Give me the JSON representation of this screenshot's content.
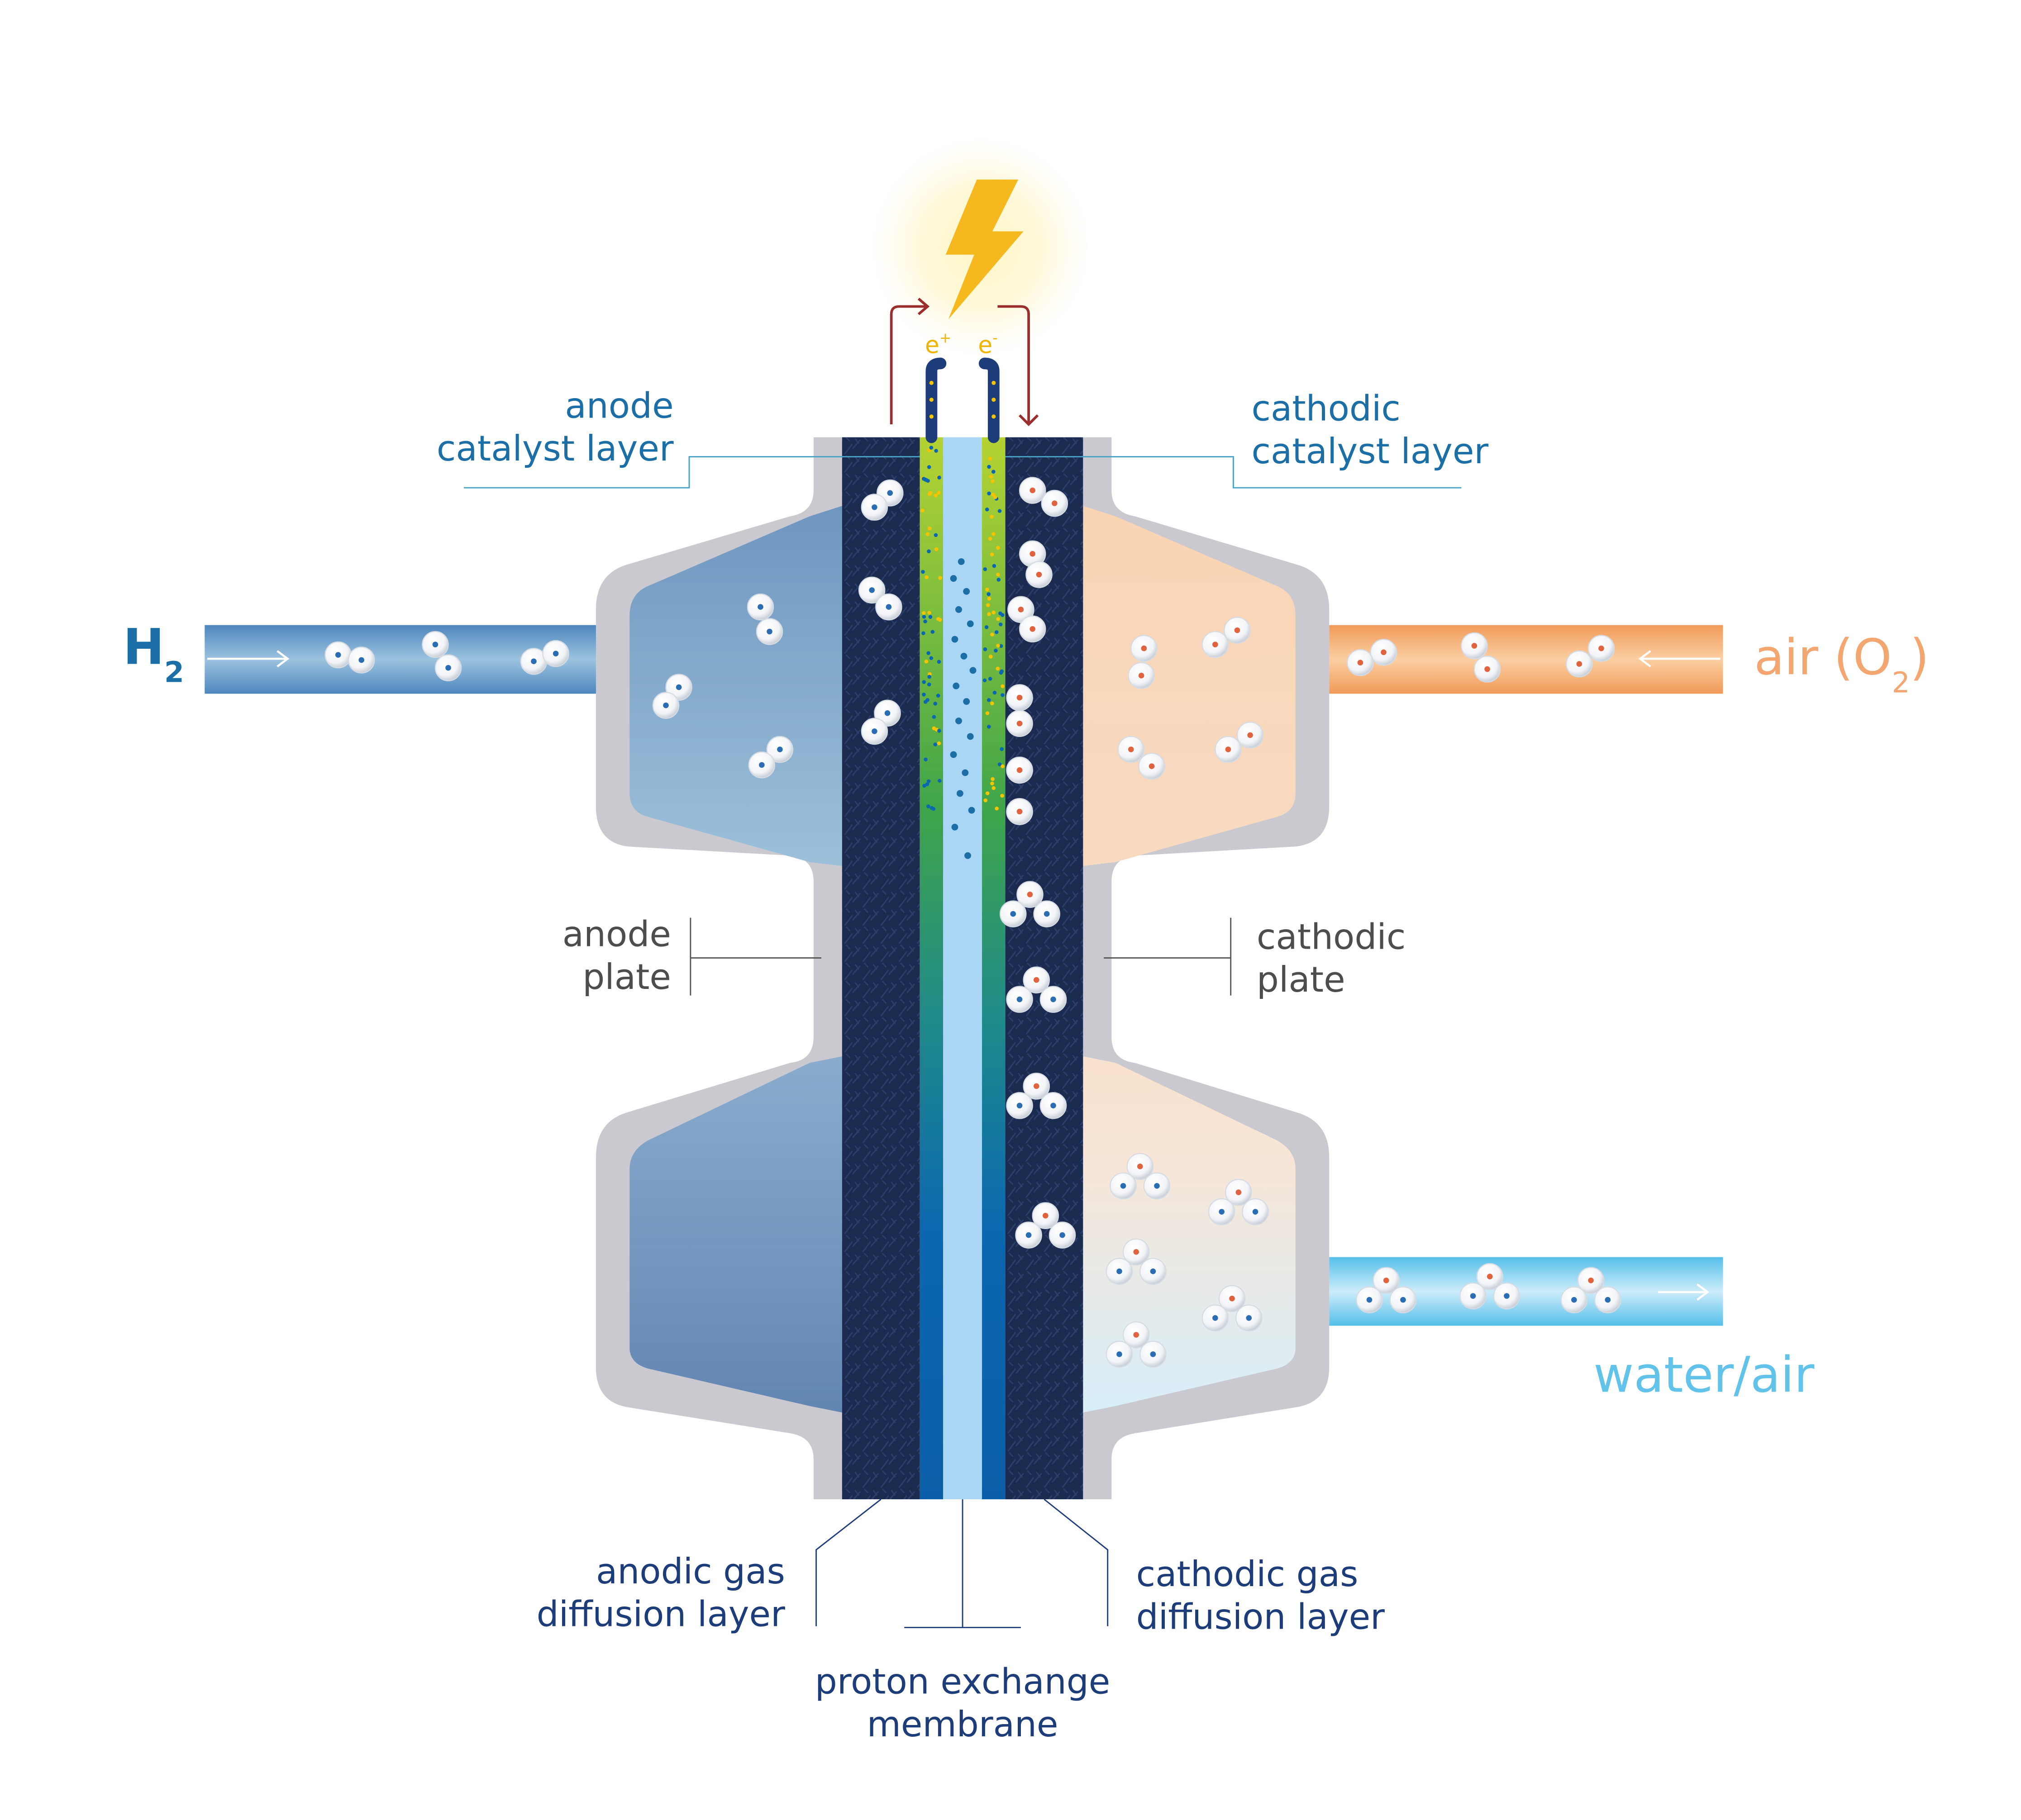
{
  "labels": {
    "anode_catalyst_layer": [
      "anode",
      "catalyst layer"
    ],
    "cathodic_catalyst_layer": [
      "cathodic",
      "catalyst layer"
    ],
    "anode_plate": [
      "anode",
      "plate"
    ],
    "cathodic_plate": [
      "cathodic",
      "plate"
    ],
    "anodic_gas_diffusion_layer": [
      "anodic gas",
      "diffusion layer"
    ],
    "cathodic_gas_diffusion_layer": [
      "cathodic gas",
      "diffusion layer"
    ],
    "proton_exchange_membrane": [
      "proton exchange",
      "membrane"
    ]
  },
  "feeds": {
    "hydrogen": {
      "main": "H",
      "sub": "2"
    },
    "air": {
      "pre": "air (O",
      "sub": "2",
      "post": ")"
    },
    "water_air": "water/air"
  },
  "electrons": {
    "left": {
      "base": "e",
      "sup": "+"
    },
    "right": {
      "base": "e",
      "sup": "-"
    }
  },
  "colors": {
    "hydrogen": "#5b8fbf",
    "air": "#f3a66f",
    "water": "#6fc7ea",
    "plate_frame": "#c9c9cf",
    "gdl": "#1b2a4f",
    "membrane": "#a9d6f5",
    "catalyst_top": "#9acd32",
    "catalyst_bottom": "#0b67b0",
    "spark": "#f5b81f",
    "circuit": "#9b2d2d"
  },
  "icons": [
    "lightning-bolt-icon",
    "arrow-right-icon",
    "arrow-left-icon"
  ]
}
